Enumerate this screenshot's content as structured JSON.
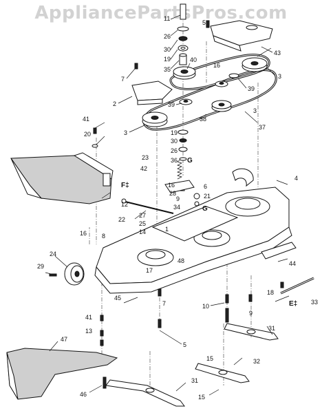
{
  "watermark": "AppliancePartsPros.com",
  "callouts": [
    "11",
    "26",
    "30",
    "19",
    "35",
    "40",
    "16",
    "43",
    "3",
    "39",
    "5",
    "7",
    "2",
    "39",
    "3",
    "38",
    "37",
    "19",
    "30",
    "26",
    "36",
    "41",
    "20",
    "23",
    "42",
    "G",
    "F‡",
    "16",
    "6",
    "21",
    "G",
    "9",
    "28",
    "34",
    "4",
    "12",
    "22",
    "27",
    "25",
    "14",
    "1",
    "8",
    "16",
    "24",
    "29",
    "48",
    "17",
    "44",
    "18",
    "E‡",
    "33",
    "45",
    "10",
    "9",
    "7",
    "41",
    "13",
    "5",
    "31",
    "47",
    "15",
    "32",
    "31",
    "46",
    "15"
  ],
  "labels": {
    "n11": "11",
    "n26a": "26",
    "n30a": "30",
    "n19a": "19",
    "n35": "35",
    "n40": "40",
    "n16a": "16",
    "n43": "43",
    "n3a": "3",
    "n39a": "39",
    "n5a": "5",
    "n7a": "7",
    "n2": "2",
    "n39b": "39",
    "n3b": "3",
    "n38": "38",
    "n3c": "3",
    "n37": "37",
    "n19b": "19",
    "n30b": "30",
    "n26b": "26",
    "n36": "36",
    "n41a": "41",
    "n20": "20",
    "n23": "23",
    "n42": "42",
    "gA": "G",
    "fMark": "F‡",
    "n16b": "16",
    "n6": "6",
    "n21": "21",
    "gB": "G",
    "n9a": "9",
    "n28": "28",
    "n34": "34",
    "n4": "4",
    "n12": "12",
    "n22": "22",
    "n27": "27",
    "n25": "25",
    "n14": "14",
    "n1": "1",
    "n8": "8",
    "n16c": "16",
    "n24": "24",
    "n29": "29",
    "n48": "48",
    "n17": "17",
    "n44": "44",
    "n18": "18",
    "eMark": "E‡",
    "n33": "33",
    "n45": "45",
    "n10": "10",
    "n9b": "9",
    "n7b": "7",
    "n41b": "41",
    "n13": "13",
    "n5b": "5",
    "n31a": "31",
    "n47": "47",
    "n15a": "15",
    "n32": "32",
    "n31b": "31",
    "n46": "46",
    "n15b": "15"
  }
}
